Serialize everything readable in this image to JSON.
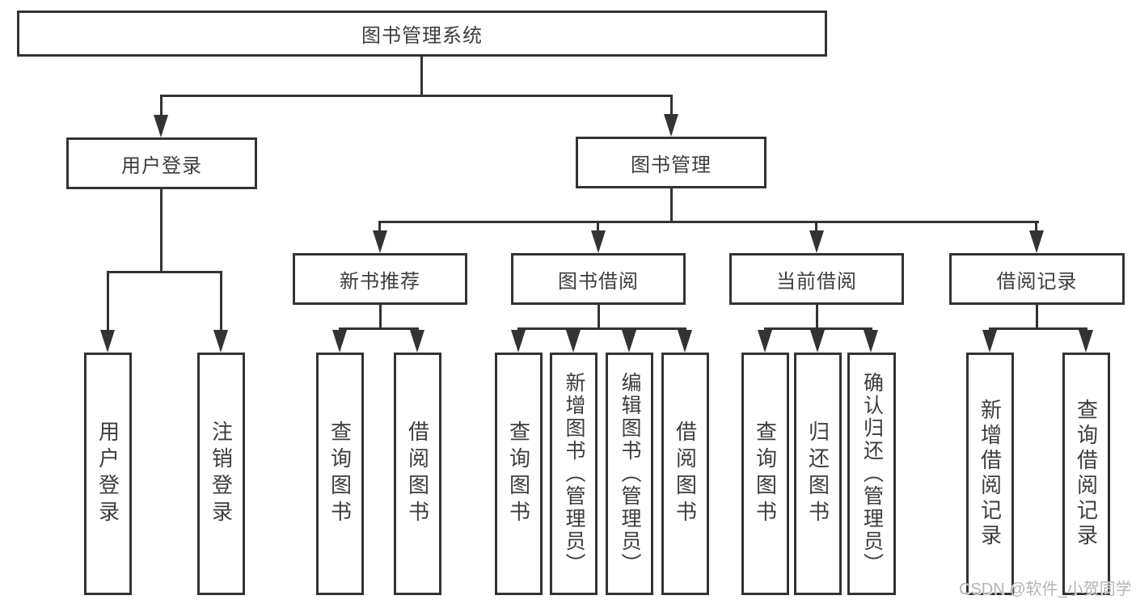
{
  "diagram": {
    "root": {
      "label": "图书管理系统"
    },
    "level2": [
      {
        "id": "user-login",
        "label": "用户登录"
      },
      {
        "id": "book-management",
        "label": "图书管理"
      }
    ],
    "level3": [
      {
        "id": "new-book-recommend",
        "label": "新书推荐",
        "parent": "图书管理"
      },
      {
        "id": "book-borrow",
        "label": "图书借阅",
        "parent": "图书管理"
      },
      {
        "id": "current-borrow",
        "label": "当前借阅",
        "parent": "图书管理"
      },
      {
        "id": "borrow-records",
        "label": "借阅记录",
        "parent": "图书管理"
      }
    ],
    "leaves": [
      {
        "id": "leaf-user-login",
        "label": "用户登录",
        "parent": "用户登录"
      },
      {
        "id": "leaf-logout",
        "label": "注销登录",
        "parent": "用户登录"
      },
      {
        "id": "leaf-query-books-recommend",
        "label": "查询图书",
        "parent": "新书推荐"
      },
      {
        "id": "leaf-borrow-books-recommend",
        "label": "借阅图书",
        "parent": "新书推荐"
      },
      {
        "id": "leaf-query-books-borrow",
        "label": "查询图书",
        "parent": "图书借阅"
      },
      {
        "id": "leaf-add-books-admin",
        "label": "新增图书（管理员）",
        "parent": "图书借阅"
      },
      {
        "id": "leaf-edit-books-admin",
        "label": "编辑图书（管理员）",
        "parent": "图书借阅"
      },
      {
        "id": "leaf-borrow-books-borrow",
        "label": "借阅图书",
        "parent": "图书借阅"
      },
      {
        "id": "leaf-query-books-current",
        "label": "查询图书",
        "parent": "当前借阅"
      },
      {
        "id": "leaf-return-books",
        "label": "归还图书",
        "parent": "当前借阅"
      },
      {
        "id": "leaf-confirm-return-admin",
        "label": "确认归还（管理员）",
        "parent": "当前借阅"
      },
      {
        "id": "leaf-add-borrow-record",
        "label": "新增借阅记录",
        "parent": "借阅记录"
      },
      {
        "id": "leaf-query-borrow-record",
        "label": "查询借阅记录",
        "parent": "借阅记录"
      }
    ],
    "watermark": {
      "text": "CSDN @软件_小贺同学"
    },
    "colors": {
      "line": "#333333",
      "text": "#3d3d3d",
      "box_background": "#ffffff",
      "watermark": "#b5b5b5",
      "page_background": "#ffffff"
    }
  }
}
